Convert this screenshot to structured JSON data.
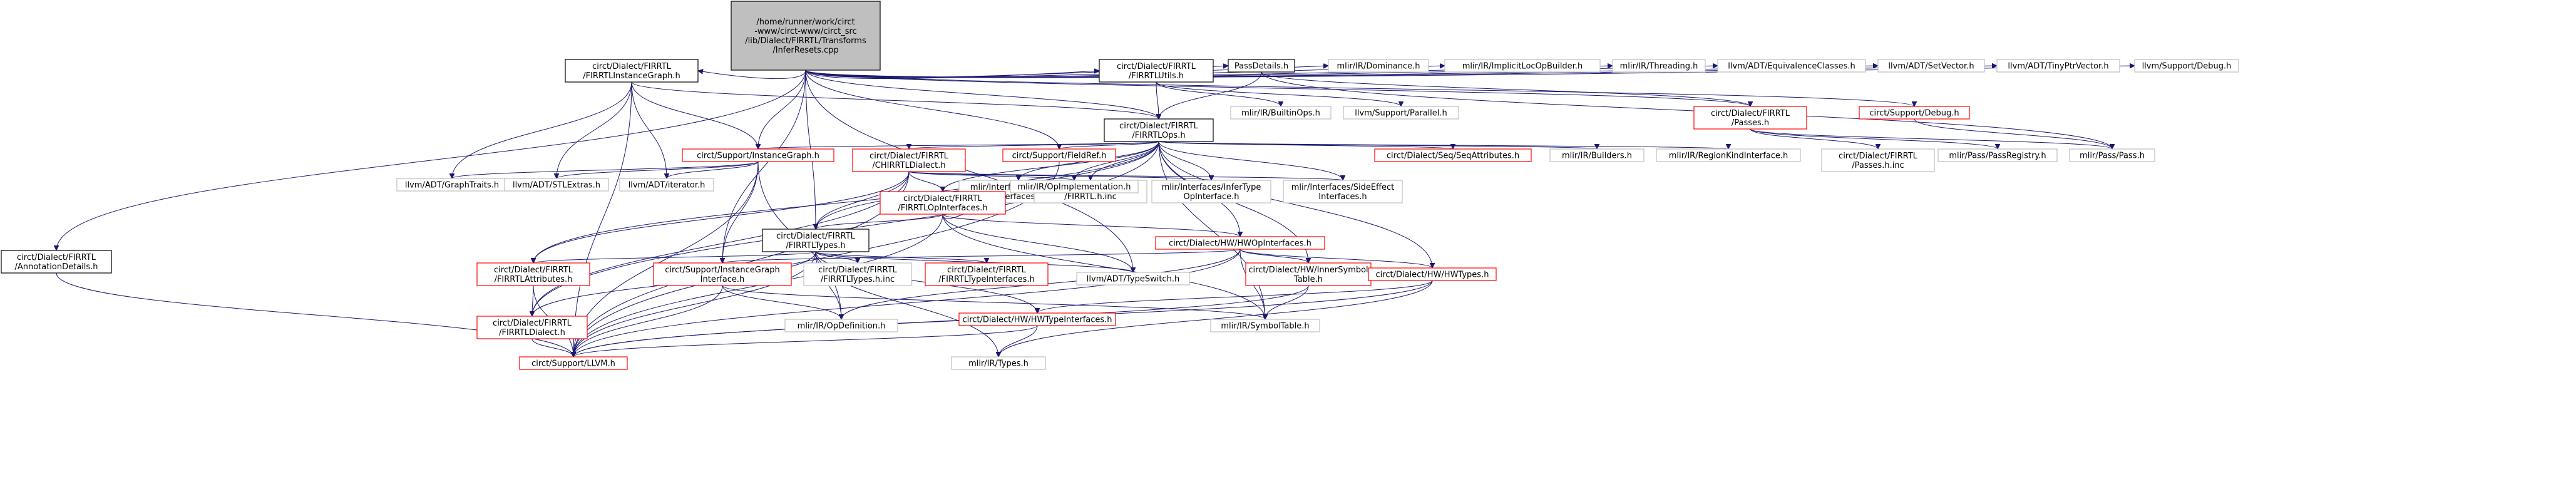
{
  "diagram": {
    "colors": {
      "edge": "#191970",
      "root_fill": "#bfbfbf",
      "black_border": "#000000",
      "red_border": "#ff0000",
      "gray_border": "#bfbfbf"
    },
    "nodes": [
      {
        "id": "root",
        "lines": [
          "/home/runner/work/circt",
          "-www/circt-www/circt_src",
          "/lib/Dialect/FIRRTL/Transforms",
          "/InferResets.cpp"
        ],
        "style": "root"
      },
      {
        "id": "instgraph",
        "lines": [
          "circt/Dialect/FIRRTL",
          "/FIRRTLInstanceGraph.h"
        ],
        "style": "black"
      },
      {
        "id": "utils",
        "lines": [
          "circt/Dialect/FIRRTL",
          "/FIRRTLUtils.h"
        ],
        "style": "black"
      },
      {
        "id": "passdetails",
        "lines": [
          "PassDetails.h"
        ],
        "style": "black"
      },
      {
        "id": "dominance",
        "lines": [
          "mlir/IR/Dominance.h"
        ],
        "style": "gray"
      },
      {
        "id": "implicitloc",
        "lines": [
          "mlir/IR/ImplicitLocOpBuilder.h"
        ],
        "style": "gray"
      },
      {
        "id": "threading",
        "lines": [
          "mlir/IR/Threading.h"
        ],
        "style": "gray"
      },
      {
        "id": "equivclasses",
        "lines": [
          "llvm/ADT/EquivalenceClasses.h"
        ],
        "style": "gray"
      },
      {
        "id": "setvector",
        "lines": [
          "llvm/ADT/SetVector.h"
        ],
        "style": "gray"
      },
      {
        "id": "tinyptr",
        "lines": [
          "llvm/ADT/TinyPtrVector.h"
        ],
        "style": "gray"
      },
      {
        "id": "llvmdebug",
        "lines": [
          "llvm/Support/Debug.h"
        ],
        "style": "gray"
      },
      {
        "id": "annotation",
        "lines": [
          "circt/Dialect/FIRRTL",
          "/AnnotationDetails.h"
        ],
        "style": "black"
      },
      {
        "id": "ops",
        "lines": [
          "circt/Dialect/FIRRTL",
          "/FIRRTLOps.h"
        ],
        "style": "black"
      },
      {
        "id": "builtinops",
        "lines": [
          "mlir/IR/BuiltinOps.h"
        ],
        "style": "gray"
      },
      {
        "id": "parallel",
        "lines": [
          "llvm/Support/Parallel.h"
        ],
        "style": "gray"
      },
      {
        "id": "passes",
        "lines": [
          "circt/Dialect/FIRRTL",
          "/Passes.h"
        ],
        "style": "red"
      },
      {
        "id": "circtdebug",
        "lines": [
          "circt/Support/Debug.h"
        ],
        "style": "red"
      },
      {
        "id": "supinstgraph",
        "lines": [
          "circt/Support/InstanceGraph.h"
        ],
        "style": "red"
      },
      {
        "id": "fieldref",
        "lines": [
          "circt/Support/FieldRef.h"
        ],
        "style": "red"
      },
      {
        "id": "chirrtl",
        "lines": [
          "circt/Dialect/FIRRTL",
          "/CHIRRTLDialect.h"
        ],
        "style": "red"
      },
      {
        "id": "funciface",
        "lines": [
          "mlir/Interfaces/Function",
          "Interfaces.h"
        ],
        "style": "gray"
      },
      {
        "id": "firrtlinc",
        "lines": [
          "circt/Dialect/FIRRTL",
          "/FIRRTL.h.inc"
        ],
        "style": "gray"
      },
      {
        "id": "seqattrs",
        "lines": [
          "circt/Dialect/Seq/SeqAttributes.h"
        ],
        "style": "red"
      },
      {
        "id": "builders",
        "lines": [
          "mlir/IR/Builders.h"
        ],
        "style": "gray"
      },
      {
        "id": "regionkind",
        "lines": [
          "mlir/IR/RegionKindInterface.h"
        ],
        "style": "gray"
      },
      {
        "id": "passesinc",
        "lines": [
          "circt/Dialect/FIRRTL",
          "/Passes.h.inc"
        ],
        "style": "gray"
      },
      {
        "id": "passregistry",
        "lines": [
          "mlir/Pass/PassRegistry.h"
        ],
        "style": "gray"
      },
      {
        "id": "passh",
        "lines": [
          "mlir/Pass/Pass.h"
        ],
        "style": "gray"
      },
      {
        "id": "graphtraits",
        "lines": [
          "llvm/ADT/GraphTraits.h"
        ],
        "style": "gray"
      },
      {
        "id": "stlextras",
        "lines": [
          "llvm/ADT/STLExtras.h"
        ],
        "style": "gray"
      },
      {
        "id": "iterator",
        "lines": [
          "llvm/ADT/iterator.h"
        ],
        "style": "gray"
      },
      {
        "id": "opinterfaces",
        "lines": [
          "circt/Dialect/FIRRTL",
          "/FIRRTLOpInterfaces.h"
        ],
        "style": "red"
      },
      {
        "id": "opimpl",
        "lines": [
          "mlir/IR/OpImplementation.h"
        ],
        "style": "gray"
      },
      {
        "id": "infertype",
        "lines": [
          "mlir/Interfaces/InferType",
          "OpInterface.h"
        ],
        "style": "gray"
      },
      {
        "id": "sideeffect",
        "lines": [
          "mlir/Interfaces/SideEffect",
          "Interfaces.h"
        ],
        "style": "gray"
      },
      {
        "id": "types",
        "lines": [
          "circt/Dialect/FIRRTL",
          "/FIRRTLTypes.h"
        ],
        "style": "black"
      },
      {
        "id": "hwopiface",
        "lines": [
          "circt/Dialect/HW/HWOpInterfaces.h"
        ],
        "style": "red"
      },
      {
        "id": "attributes",
        "lines": [
          "circt/Dialect/FIRRTL",
          "/FIRRTLAttributes.h"
        ],
        "style": "red"
      },
      {
        "id": "supinstiface",
        "lines": [
          "circt/Support/InstanceGraph",
          "Interface.h"
        ],
        "style": "red"
      },
      {
        "id": "typesinc",
        "lines": [
          "circt/Dialect/FIRRTL",
          "/FIRRTLTypes.h.inc"
        ],
        "style": "gray"
      },
      {
        "id": "typeiface",
        "lines": [
          "circt/Dialect/FIRRTL",
          "/FIRRTLTypeInterfaces.h"
        ],
        "style": "red"
      },
      {
        "id": "typeswitch",
        "lines": [
          "llvm/ADT/TypeSwitch.h"
        ],
        "style": "gray"
      },
      {
        "id": "innersym",
        "lines": [
          "circt/Dialect/HW/InnerSymbol",
          "Table.h"
        ],
        "style": "red"
      },
      {
        "id": "hwtypes",
        "lines": [
          "circt/Dialect/HW/HWTypes.h"
        ],
        "style": "red"
      },
      {
        "id": "dialect",
        "lines": [
          "circt/Dialect/FIRRTL",
          "/FIRRTLDialect.h"
        ],
        "style": "red"
      },
      {
        "id": "opdef",
        "lines": [
          "mlir/IR/OpDefinition.h"
        ],
        "style": "gray"
      },
      {
        "id": "symtable",
        "lines": [
          "mlir/IR/SymbolTable.h"
        ],
        "style": "gray"
      },
      {
        "id": "hwtypeiface",
        "lines": [
          "circt/Dialect/HW/HWTypeInterfaces.h"
        ],
        "style": "red"
      },
      {
        "id": "llvmh",
        "lines": [
          "circt/Support/LLVM.h"
        ],
        "style": "red"
      },
      {
        "id": "mlirtypes",
        "lines": [
          "mlir/IR/Types.h"
        ],
        "style": "gray"
      }
    ],
    "edges": [
      [
        "root",
        "instgraph"
      ],
      [
        "root",
        "utils"
      ],
      [
        "root",
        "passdetails"
      ],
      [
        "root",
        "dominance"
      ],
      [
        "root",
        "implicitloc"
      ],
      [
        "root",
        "threading"
      ],
      [
        "root",
        "equivclasses"
      ],
      [
        "root",
        "setvector"
      ],
      [
        "root",
        "tinyptr"
      ],
      [
        "root",
        "llvmdebug"
      ],
      [
        "root",
        "annotation"
      ],
      [
        "root",
        "ops"
      ],
      [
        "root",
        "supinstgraph"
      ],
      [
        "root",
        "fieldref"
      ],
      [
        "root",
        "types"
      ],
      [
        "root",
        "supinstiface"
      ],
      [
        "root",
        "typeswitch"
      ],
      [
        "root",
        "passes"
      ],
      [
        "root",
        "circtdebug"
      ],
      [
        "instgraph",
        "ops"
      ],
      [
        "instgraph",
        "supinstgraph"
      ],
      [
        "instgraph",
        "graphtraits"
      ],
      [
        "instgraph",
        "stlextras"
      ],
      [
        "instgraph",
        "iterator"
      ],
      [
        "instgraph",
        "llvmh"
      ],
      [
        "utils",
        "ops"
      ],
      [
        "utils",
        "builtinops"
      ],
      [
        "utils",
        "parallel"
      ],
      [
        "passdetails",
        "ops"
      ],
      [
        "passdetails",
        "passes"
      ],
      [
        "passdetails",
        "passh"
      ],
      [
        "annotation",
        "llvmh"
      ],
      [
        "ops",
        "supinstgraph"
      ],
      [
        "ops",
        "fieldref"
      ],
      [
        "ops",
        "chirrtl"
      ],
      [
        "ops",
        "funciface"
      ],
      [
        "ops",
        "firrtlinc"
      ],
      [
        "ops",
        "seqattrs"
      ],
      [
        "ops",
        "builders"
      ],
      [
        "ops",
        "regionkind"
      ],
      [
        "ops",
        "opinterfaces"
      ],
      [
        "ops",
        "opimpl"
      ],
      [
        "ops",
        "infertype"
      ],
      [
        "ops",
        "sideeffect"
      ],
      [
        "ops",
        "types"
      ],
      [
        "ops",
        "hwopiface"
      ],
      [
        "ops",
        "innersym"
      ],
      [
        "ops",
        "hwtypes"
      ],
      [
        "ops",
        "symtable"
      ],
      [
        "ops",
        "dialect"
      ],
      [
        "ops",
        "attributes"
      ],
      [
        "passes",
        "passesinc"
      ],
      [
        "passes",
        "passregistry"
      ],
      [
        "passes",
        "passh"
      ],
      [
        "circtdebug",
        "passh"
      ],
      [
        "supinstgraph",
        "graphtraits"
      ],
      [
        "supinstgraph",
        "stlextras"
      ],
      [
        "supinstgraph",
        "iterator"
      ],
      [
        "supinstgraph",
        "supinstiface"
      ],
      [
        "supinstgraph",
        "llvmh"
      ],
      [
        "supinstgraph",
        "opdef"
      ],
      [
        "fieldref",
        "llvmh"
      ],
      [
        "chirrtl",
        "opinterfaces"
      ],
      [
        "chirrtl",
        "types"
      ],
      [
        "chirrtl",
        "opimpl"
      ],
      [
        "chirrtl",
        "infertype"
      ],
      [
        "chirrtl",
        "sideeffect"
      ],
      [
        "chirrtl",
        "dialect"
      ],
      [
        "chirrtl",
        "attributes"
      ],
      [
        "chirrtl",
        "llvmh"
      ],
      [
        "opinterfaces",
        "types"
      ],
      [
        "opinterfaces",
        "hwopiface"
      ],
      [
        "opinterfaces",
        "opimpl"
      ],
      [
        "opinterfaces",
        "typeswitch"
      ],
      [
        "opinterfaces",
        "llvmh"
      ],
      [
        "opinterfaces",
        "symtable"
      ],
      [
        "types",
        "attributes"
      ],
      [
        "types",
        "typesinc"
      ],
      [
        "types",
        "typeiface"
      ],
      [
        "types",
        "typeswitch"
      ],
      [
        "types",
        "dialect"
      ],
      [
        "types",
        "llvmh"
      ],
      [
        "types",
        "opdef"
      ],
      [
        "types",
        "hwtypeiface"
      ],
      [
        "types",
        "mlirtypes"
      ],
      [
        "hwopiface",
        "supinstiface"
      ],
      [
        "hwopiface",
        "innersym"
      ],
      [
        "hwopiface",
        "hwtypes"
      ],
      [
        "hwopiface",
        "symtable"
      ],
      [
        "hwopiface",
        "opdef"
      ],
      [
        "hwopiface",
        "llvmh"
      ],
      [
        "attributes",
        "dialect"
      ],
      [
        "attributes",
        "llvmh"
      ],
      [
        "supinstiface",
        "opdef"
      ],
      [
        "supinstiface",
        "llvmh"
      ],
      [
        "supinstiface",
        "symtable"
      ],
      [
        "innersym",
        "symtable"
      ],
      [
        "innersym",
        "llvmh"
      ],
      [
        "hwtypes",
        "hwtypeiface"
      ],
      [
        "hwtypes",
        "llvmh"
      ],
      [
        "hwtypes",
        "mlirtypes"
      ],
      [
        "dialect",
        "llvmh"
      ],
      [
        "hwtypeiface",
        "llvmh"
      ],
      [
        "hwtypeiface",
        "mlirtypes"
      ]
    ]
  }
}
